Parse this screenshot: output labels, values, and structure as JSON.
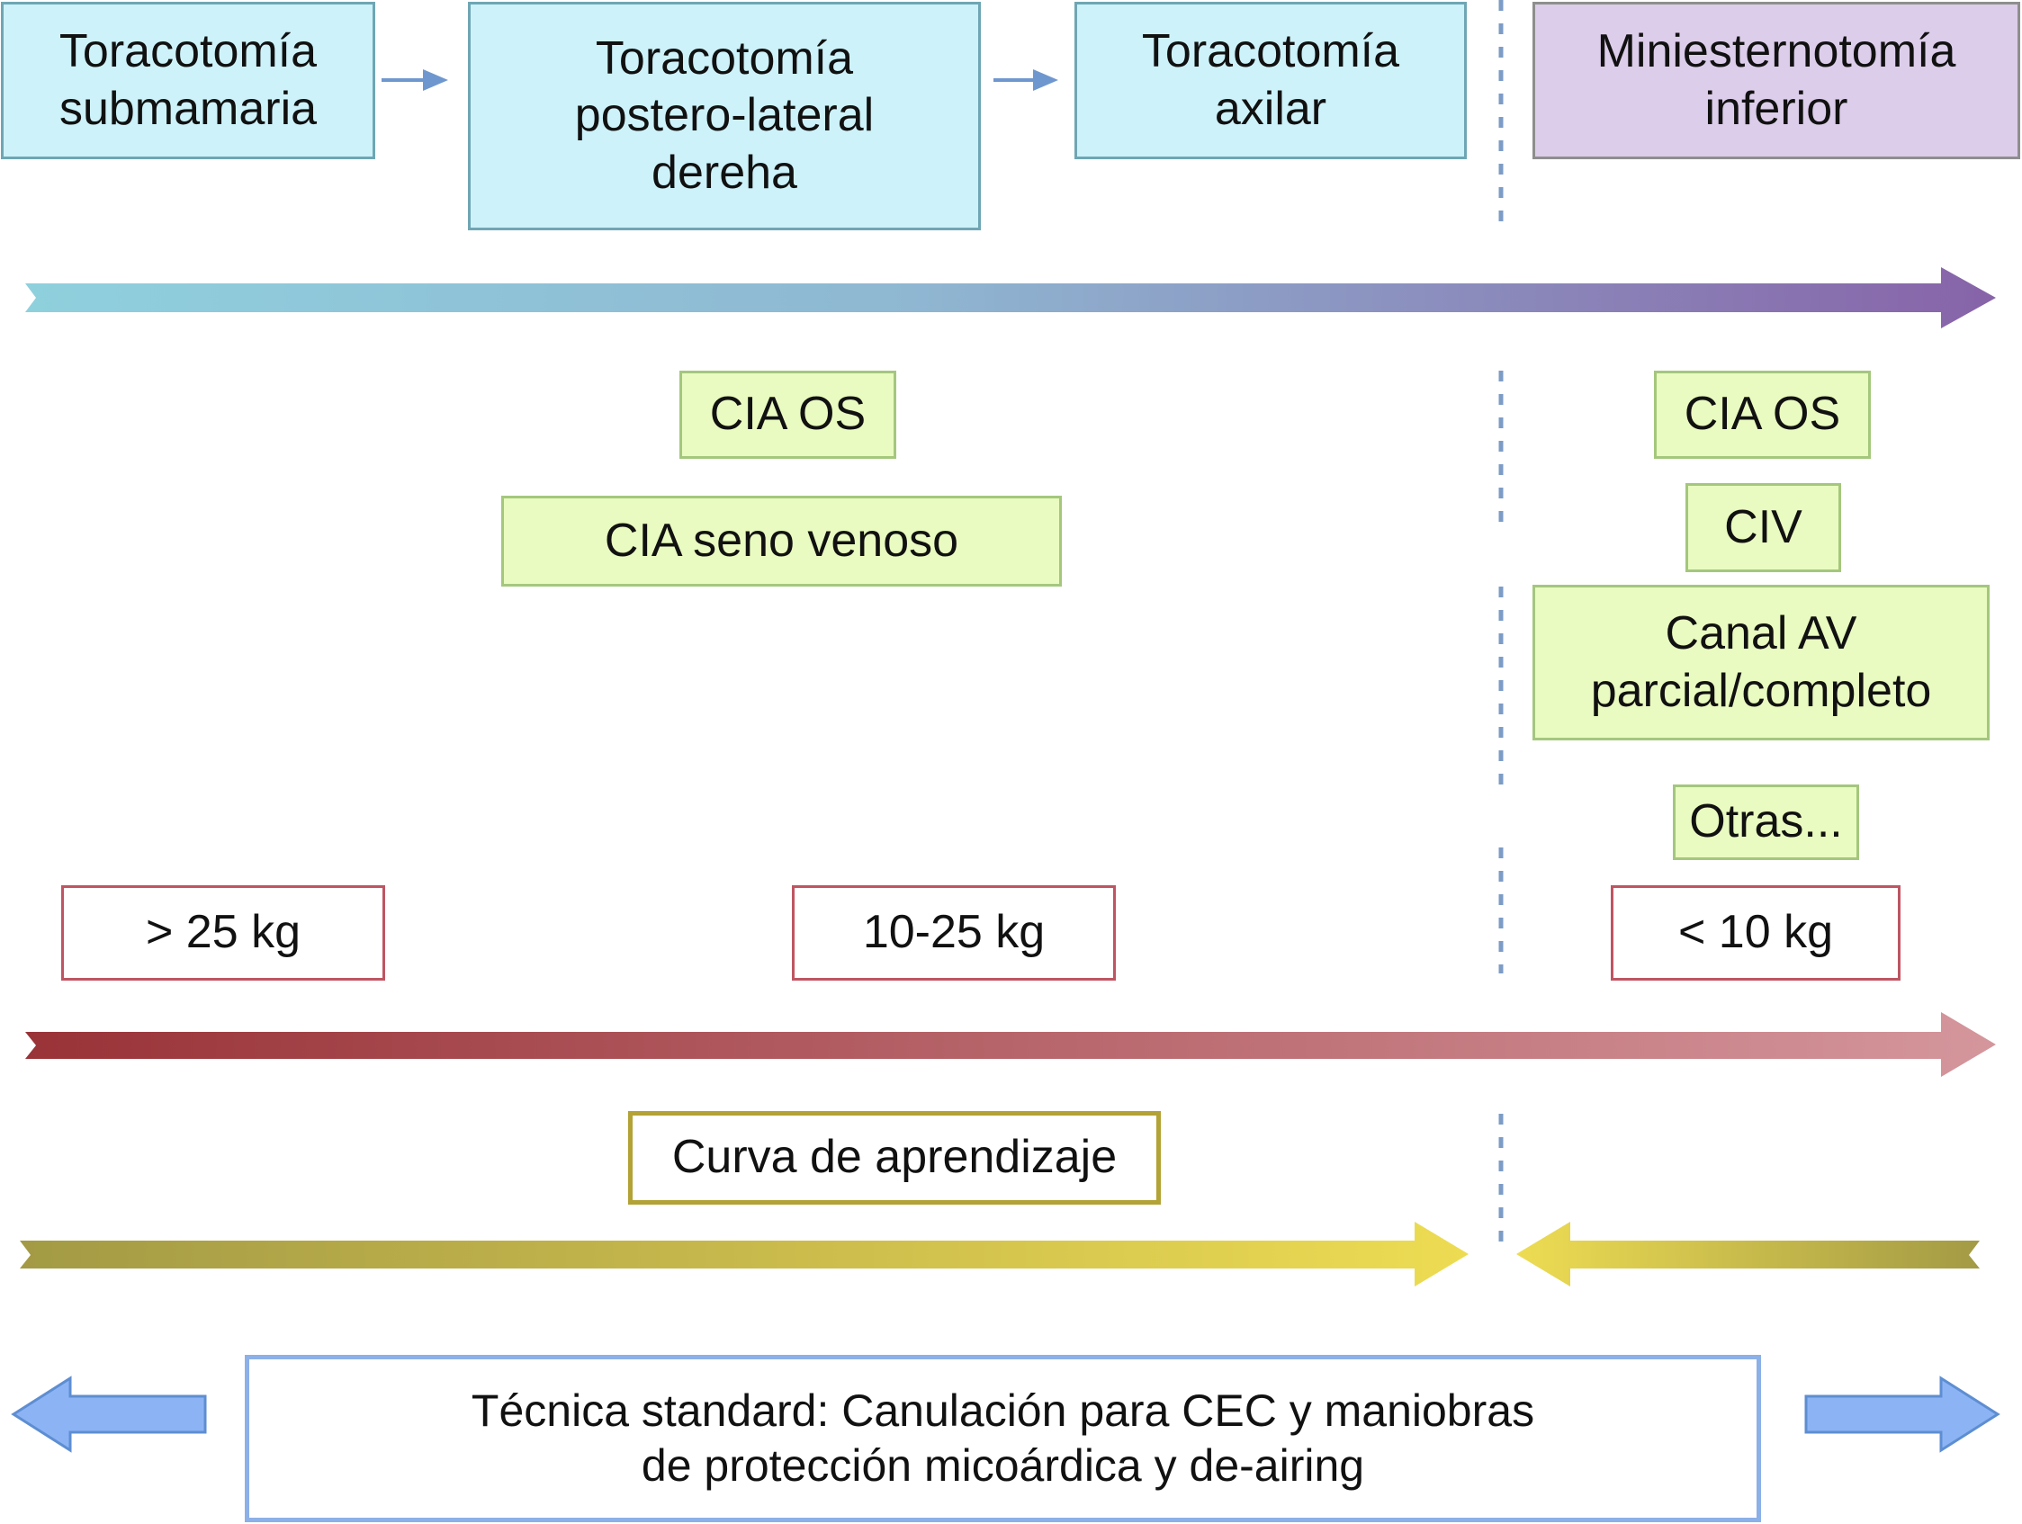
{
  "approaches": {
    "submamaria": "Toracotomía\nsubmamaria",
    "posterolateral": "Toracotomía\npostero-lateral\ndereha",
    "axilar": "Toracotomía\naxilar",
    "ministernotomia": "Miniesternotomía\ninferior"
  },
  "lesions_left": {
    "cia_os": "CIA OS",
    "cia_seno": "CIA seno venoso"
  },
  "lesions_right": {
    "cia_os": "CIA OS",
    "civ": "CIV",
    "canal_av": "Canal AV\nparcial/completo",
    "otras": "Otras..."
  },
  "weights": {
    "gt25": "> 25 kg",
    "mid": "10-25 kg",
    "lt10": "< 10 kg"
  },
  "learning": "Curva de aprendizaje",
  "standard": "Técnica standard: Canulación para CEC y maniobras\nde protección micoárdica y de-airing",
  "colors": {
    "approach_fill": "#cdf2f9",
    "approach_border": "#6fa6b4",
    "sternotomy_fill": "#dccdea",
    "lesion_fill": "#e9fbc0",
    "lesion_border": "#a4c77d",
    "weight_border": "#bf5562",
    "learning_border": "#b3a235",
    "standard_border": "#8cb0e8",
    "divider": "#7c9cc6"
  }
}
